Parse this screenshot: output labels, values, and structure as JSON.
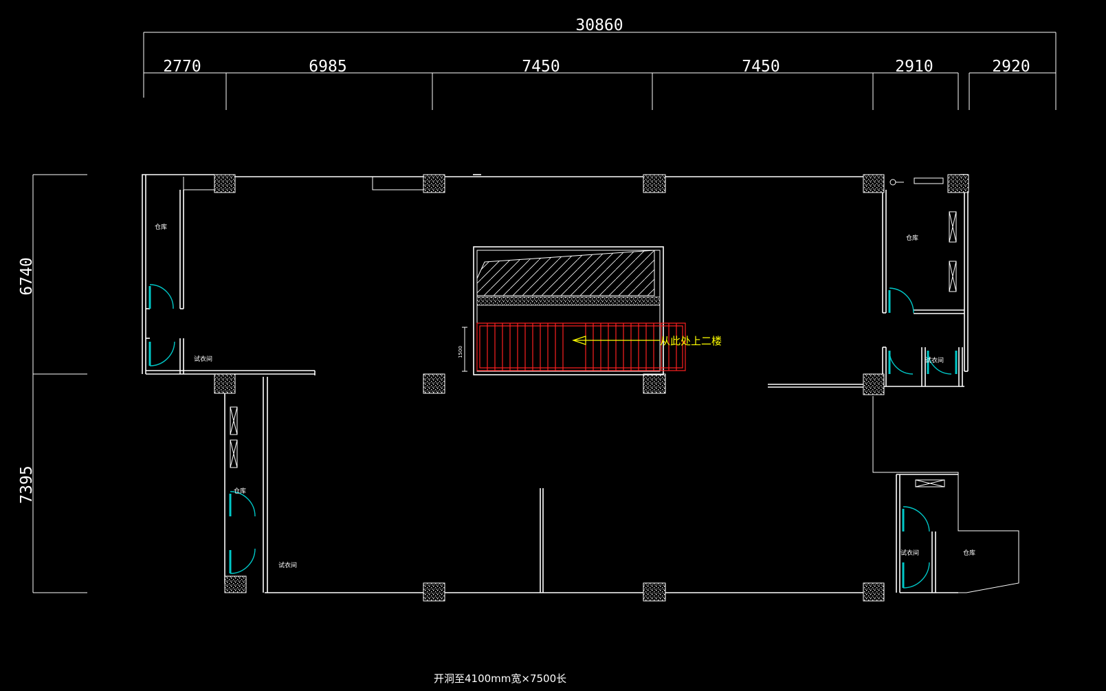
{
  "dimensions": {
    "total_width": "30860",
    "segments": [
      "2770",
      "6985",
      "7450",
      "7450",
      "2910",
      "2920"
    ],
    "left_upper": "6740",
    "left_lower": "7395"
  },
  "rooms": {
    "storage_left_top": "仓库",
    "fitting_left_top": "试衣间",
    "storage_left_lower": "仓库",
    "fitting_left_lower": "试衣间",
    "storage_right_top": "仓库",
    "fitting_right_top": "试衣间",
    "fitting_right_bottom": "试衣间",
    "storage_right_bottom": "仓库"
  },
  "stair": {
    "annotation": "从此处上二楼",
    "width_label": "1500"
  },
  "footer_note": "开洞至4100mm宽×7500长",
  "colors": {
    "background": "#000000",
    "lines": "#ffffff",
    "doors": "#00c8c8",
    "stair": "#ff2020",
    "annotation": "#ffff00"
  }
}
